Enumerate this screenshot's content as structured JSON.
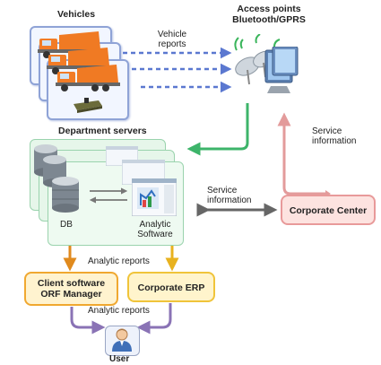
{
  "labels": {
    "vehicles": "Vehicles",
    "access_points_line1": "Access points",
    "access_points_line2": "Bluetooth/GPRS",
    "vehicle_reports_line1": "Vehicle",
    "vehicle_reports_line2": "reports",
    "department_servers": "Department servers",
    "db": "DB",
    "analytic_software_line1": "Analytic",
    "analytic_software_line2": "Software",
    "service_info_top_line1": "Service",
    "service_info_top_line2": "information",
    "service_info_mid_line1": "Service",
    "service_info_mid_line2": "information",
    "corporate_center": "Corporate Center",
    "analytic_reports_top": "Analytic reports",
    "analytic_reports_bottom": "Analytic reports",
    "client_software_line1": "Client software",
    "client_software_line2": "ORF Manager",
    "corporate_erp": "Corporate ERP",
    "user": "User"
  },
  "colors": {
    "vehicle_border": "#8fa3d6",
    "server_border": "#9ad3ad",
    "dashed_arrow": "#5b78d0",
    "green_arrow": "#3db46a",
    "pink_arrow": "#e39b9b",
    "gray_arrow": "#666666",
    "orange_arrow": "#e08a1e",
    "yellow_arrow": "#e8b21f",
    "purple_arrow": "#8a73b5"
  },
  "icons": [
    "truck-icon",
    "gps-device-icon",
    "satellite-dish-icon",
    "monitor-icon",
    "database-icon",
    "analytic-window-icon",
    "user-icon"
  ]
}
